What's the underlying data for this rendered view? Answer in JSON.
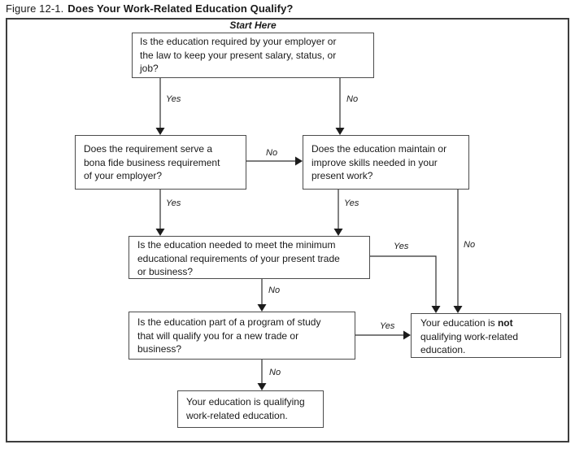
{
  "title": {
    "figure_label": "Figure 12-1.",
    "figure_title": "Does Your Work-Related Education Qualify?"
  },
  "flowchart": {
    "start_label": "Start Here",
    "nodes": [
      {
        "id": "q_required",
        "lines": [
          "Is the education required by your employer or",
          "the law to keep your present salary, status, or",
          "job?"
        ]
      },
      {
        "id": "q_bona_fide",
        "lines": [
          "Does the requirement serve a",
          "bona fide business requirement",
          "of your employer?"
        ]
      },
      {
        "id": "q_maintain_skills",
        "lines": [
          "Does the education maintain or",
          "improve skills needed in your",
          "present work?"
        ]
      },
      {
        "id": "q_minimum_requirements",
        "lines": [
          "Is the education needed to meet the minimum",
          "educational requirements of your present trade",
          "or business?"
        ]
      },
      {
        "id": "q_new_trade",
        "lines": [
          "Is the education part of a program of study",
          "that will qualify you for a new trade or",
          "business?"
        ]
      },
      {
        "id": "result_not_qualifying",
        "line1_prefix": "Your education is ",
        "line1_bold": "not",
        "lines": [
          "qualifying work-related",
          "education."
        ]
      },
      {
        "id": "result_qualifying",
        "lines": [
          "Your education is qualifying",
          "work-related education."
        ]
      }
    ],
    "edges": [
      {
        "from": "q_required",
        "to": "q_bona_fide",
        "label": "Yes"
      },
      {
        "from": "q_required",
        "to": "q_maintain_skills",
        "label": "No"
      },
      {
        "from": "q_bona_fide",
        "to": "q_maintain_skills",
        "label": "No"
      },
      {
        "from": "q_bona_fide",
        "to": "q_minimum_requirements",
        "label": "Yes"
      },
      {
        "from": "q_maintain_skills",
        "to": "q_minimum_requirements",
        "label": "Yes"
      },
      {
        "from": "q_maintain_skills",
        "to": "result_not_qualifying",
        "label": "No"
      },
      {
        "from": "q_minimum_requirements",
        "to": "result_not_qualifying",
        "label": "Yes"
      },
      {
        "from": "q_minimum_requirements",
        "to": "q_new_trade",
        "label": "No"
      },
      {
        "from": "q_new_trade",
        "to": "result_not_qualifying",
        "label": "Yes"
      },
      {
        "from": "q_new_trade",
        "to": "result_qualifying",
        "label": "No"
      }
    ],
    "colors": {
      "ink": "#1a1a1a",
      "border": "#3d3d3d",
      "background": "#ffffff"
    }
  }
}
